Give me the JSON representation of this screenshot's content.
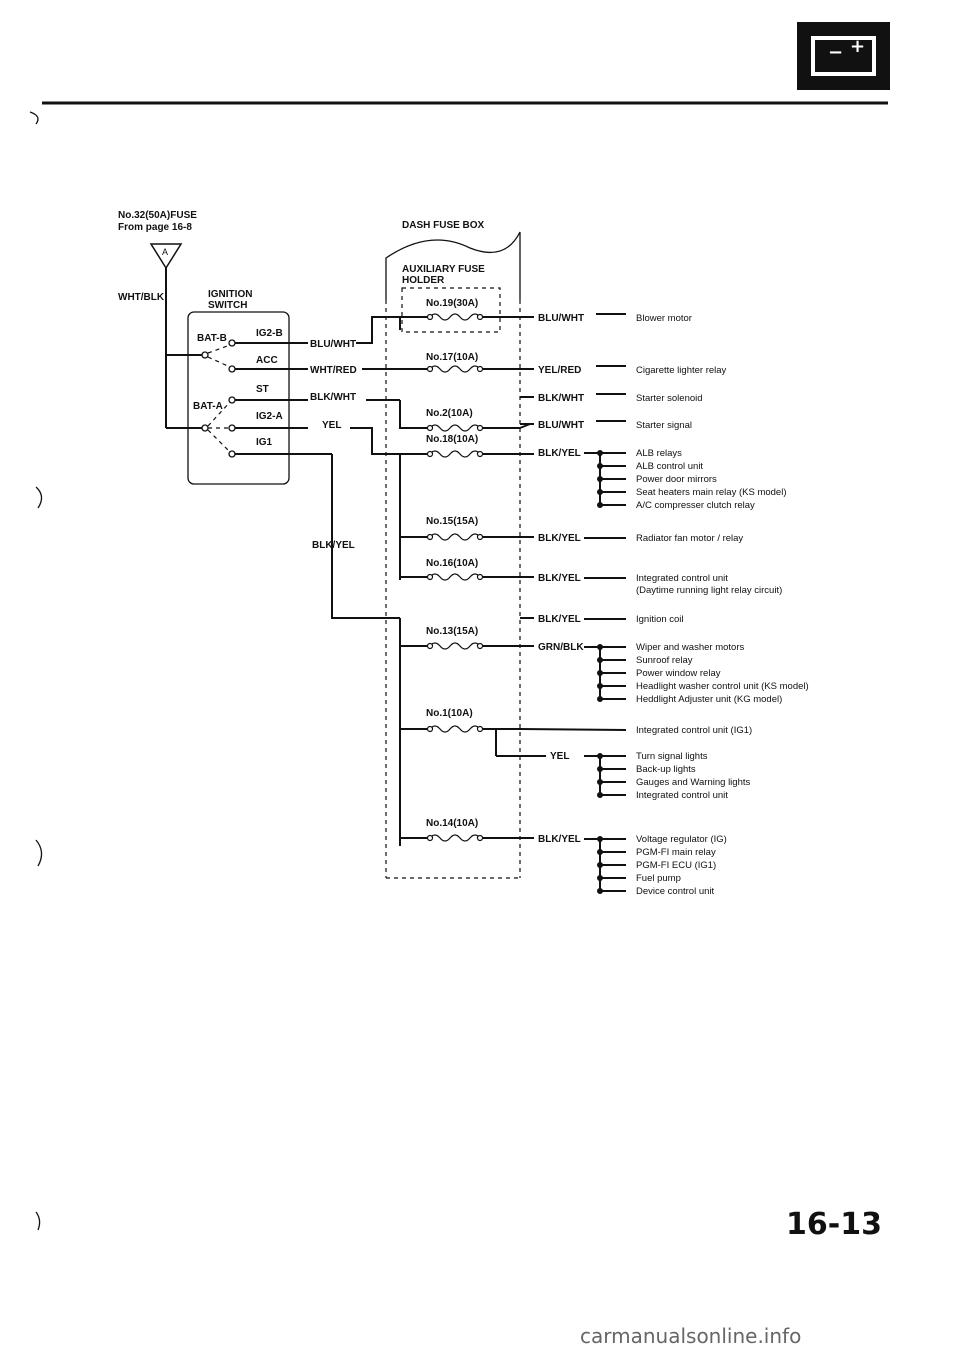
{
  "header": {
    "battery_icon": "battery-icon",
    "battery_minus": "−",
    "battery_plus": "+"
  },
  "source": {
    "line1": "No.32(50A)FUSE",
    "line2": "From page 16-8",
    "connector": "A"
  },
  "switch": {
    "wire": "WHT/BLK",
    "title_line1": "IGNITION",
    "title_line2": "SWITCH",
    "terms": {
      "bat_b": "BAT-B",
      "ig2b": "IG2-B",
      "acc": "ACC",
      "st": "ST",
      "bat_a": "BAT-A",
      "ig2a": "IG2-A",
      "ig1": "IG1"
    }
  },
  "out_wires": {
    "blu_wht": "BLU/WHT",
    "wht_red": "WHT/RED",
    "blk_wht": "BLK/WHT",
    "yel": "YEL",
    "blk_yel": "BLK/YEL"
  },
  "fusebox": {
    "title": "DASH FUSE BOX",
    "aux_line1": "AUXILIARY FUSE",
    "aux_line2": "HOLDER"
  },
  "fuses": [
    "No.19(30A)",
    "No.17(10A)",
    "No.2(10A)",
    "No.18(10A)",
    "No.15(15A)",
    "No.16(10A)",
    "No.13(15A)",
    "No.1(10A)",
    "No.14(10A)"
  ],
  "circuits": [
    {
      "wire": "BLU/WHT",
      "loads": [
        "Blower motor"
      ]
    },
    {
      "wire": "YEL/RED",
      "loads": [
        "Cigarette lighter relay"
      ]
    },
    {
      "wire": "BLK/WHT",
      "loads": [
        "Starter solenoid"
      ]
    },
    {
      "wire": "BLU/WHT",
      "loads": [
        "Starter signal"
      ]
    },
    {
      "wire": "BLK/YEL",
      "loads": [
        "ALB relays",
        "ALB control unit",
        "Power door mirrors",
        "Seat heaters main relay (KS model)",
        "A/C compresser clutch relay"
      ]
    },
    {
      "wire": "BLK/YEL",
      "loads": [
        "Radiator fan motor / relay"
      ]
    },
    {
      "wire": "BLK/YEL",
      "loads": [
        "Integrated control unit",
        "(Daytime running light relay circuit)"
      ]
    },
    {
      "wire": "BLK/YEL",
      "loads": [
        "Ignition coil"
      ]
    },
    {
      "wire": "GRN/BLK",
      "loads": [
        "Wiper and washer motors",
        "Sunroof relay",
        "Power window relay",
        "Headlight washer control unit (KS model)",
        "Heddlight Adjuster unit (KG model)"
      ]
    },
    {
      "wire": "",
      "loads": [
        "Integrated control unit (IG1)"
      ]
    },
    {
      "wire": "YEL",
      "loads": [
        "Turn signal lights",
        "Back-up lights",
        "Gauges and Warning lights",
        "Integrated control unit"
      ]
    },
    {
      "wire": "BLK/YEL",
      "loads": [
        "Voltage regulator (IG)",
        "PGM-FI main relay",
        "PGM-FI ECU (IG1)",
        "Fuel pump",
        "Device control unit"
      ]
    }
  ],
  "page_number": "16-13",
  "watermark": "carmanualsonline.info"
}
